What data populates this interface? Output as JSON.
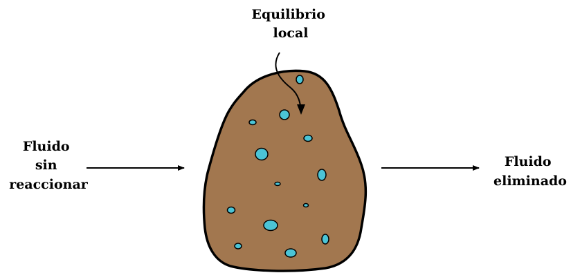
{
  "labels": {
    "local_equilibrium": [
      "Equilibrio",
      "local"
    ],
    "unreacted_fluid": [
      "Fluido",
      "sin",
      "reaccionar"
    ],
    "removed_fluid": [
      "Fluido",
      "eliminado"
    ]
  },
  "colors": {
    "rock_fill": "#a2774f",
    "pore_fill": "#4bc4d6",
    "stroke": "#000000",
    "background": "#ffffff"
  }
}
